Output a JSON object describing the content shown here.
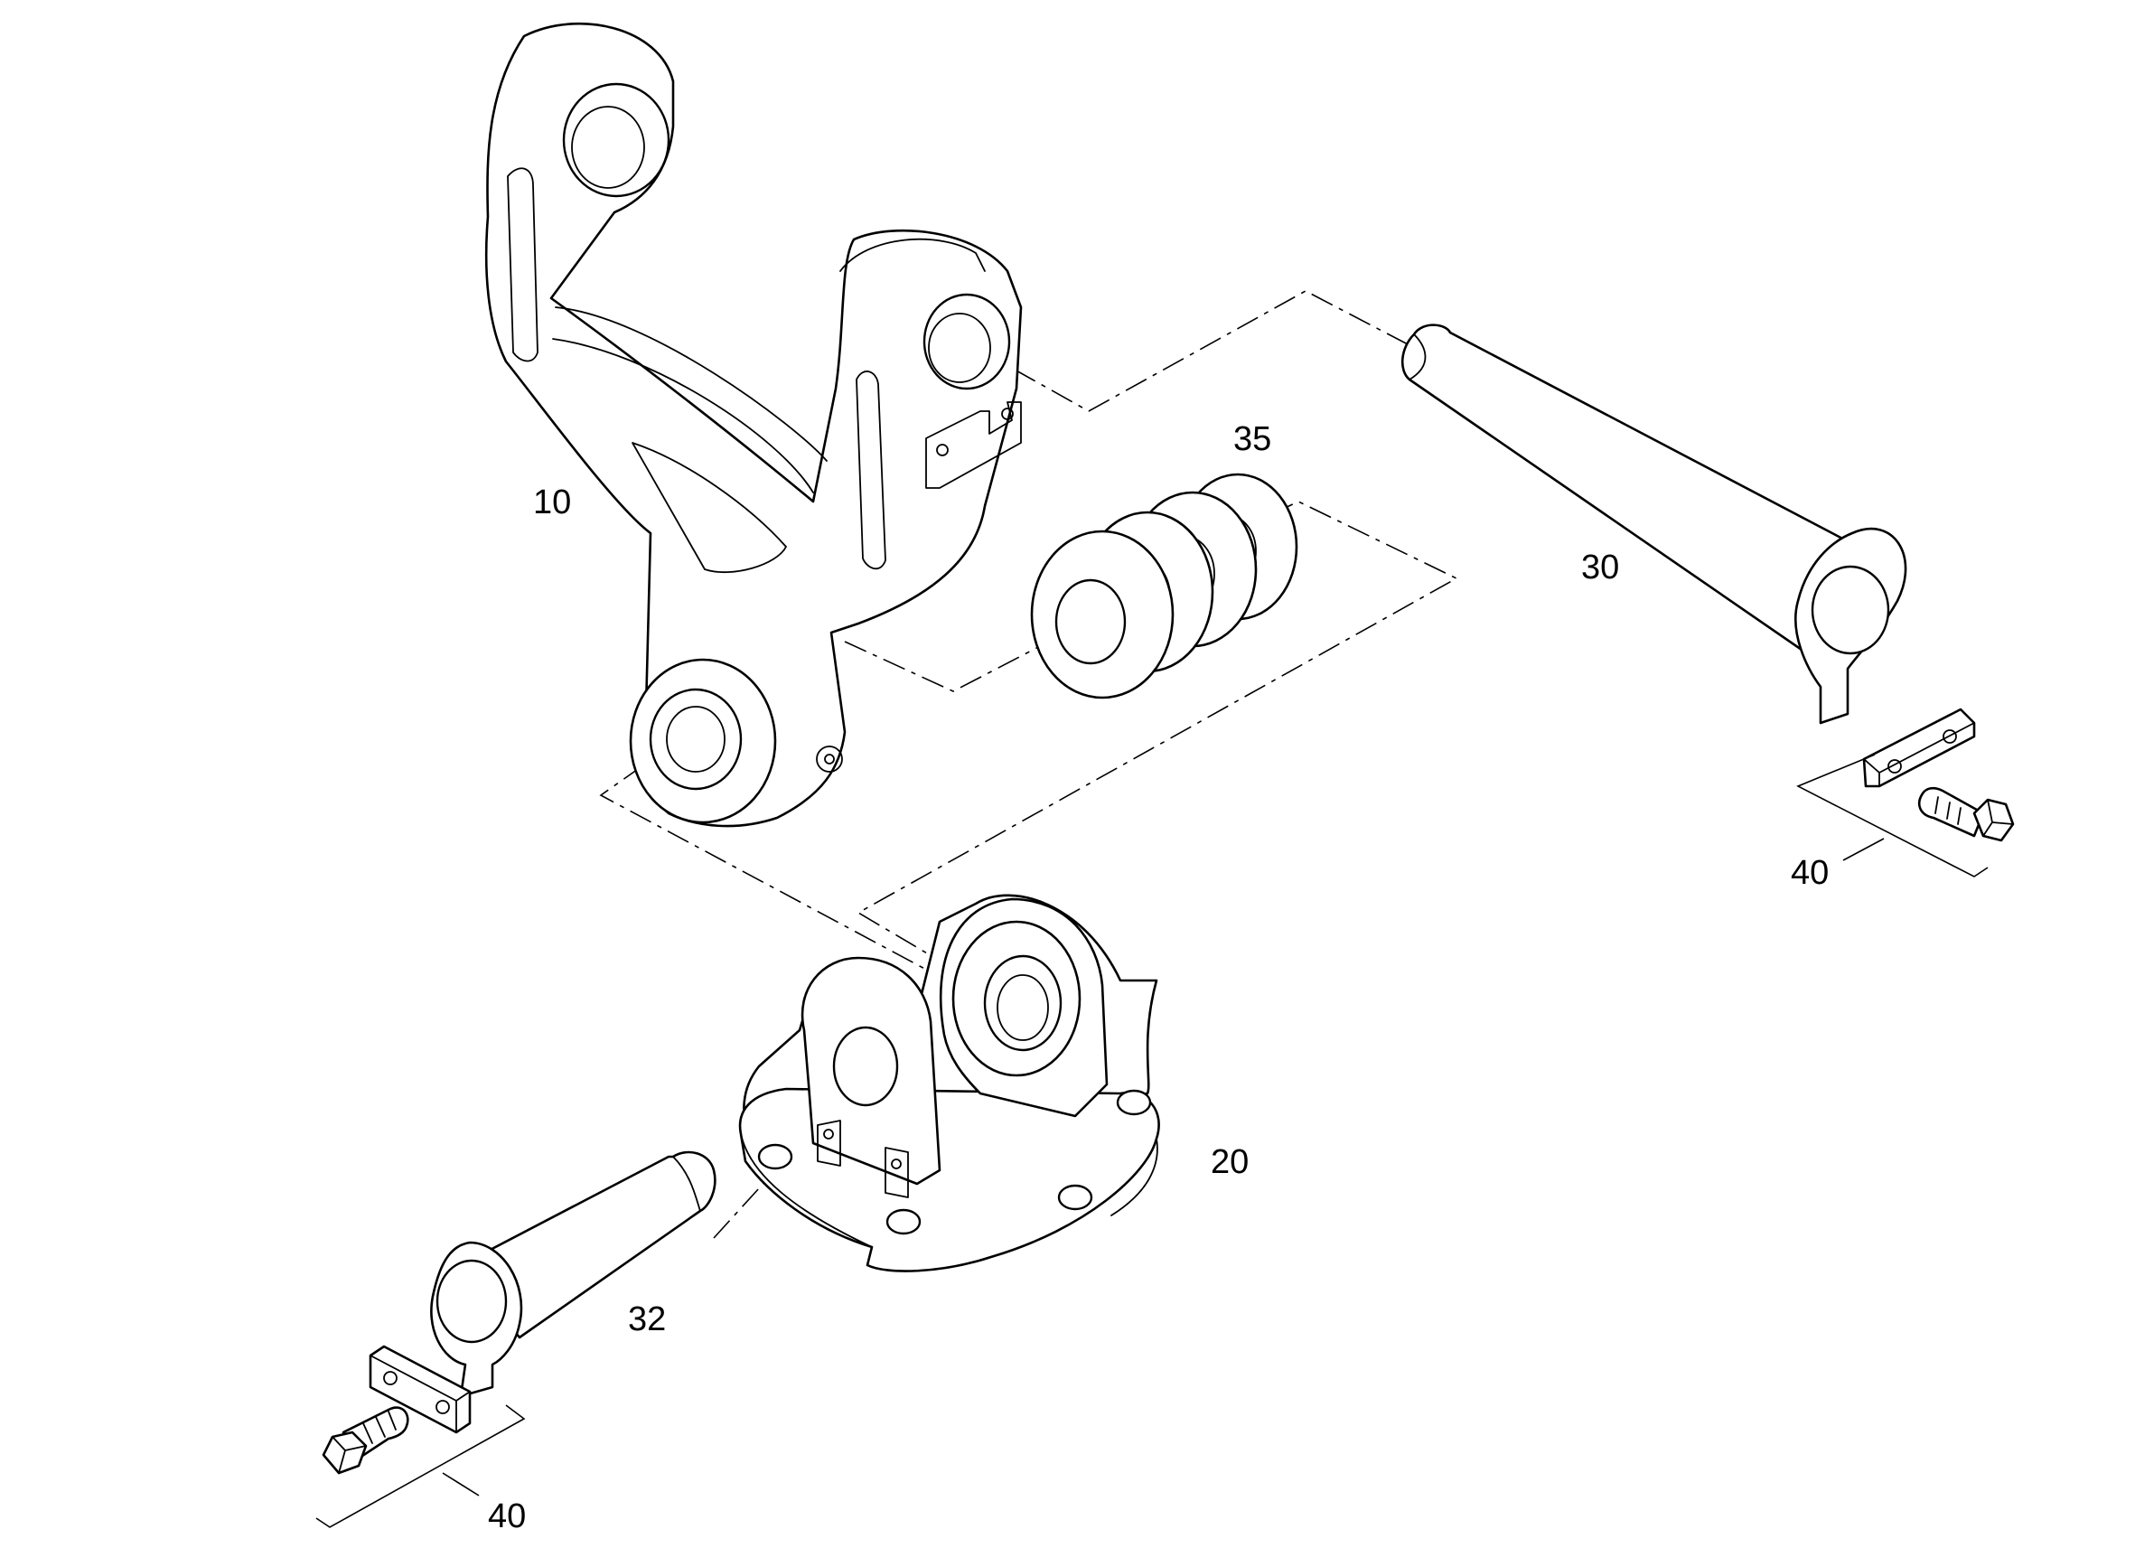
{
  "callouts": {
    "c10": "10",
    "c20": "20",
    "c30": "30",
    "c32": "32",
    "c35": "35",
    "c40_right": "40",
    "c40_left": "40"
  }
}
